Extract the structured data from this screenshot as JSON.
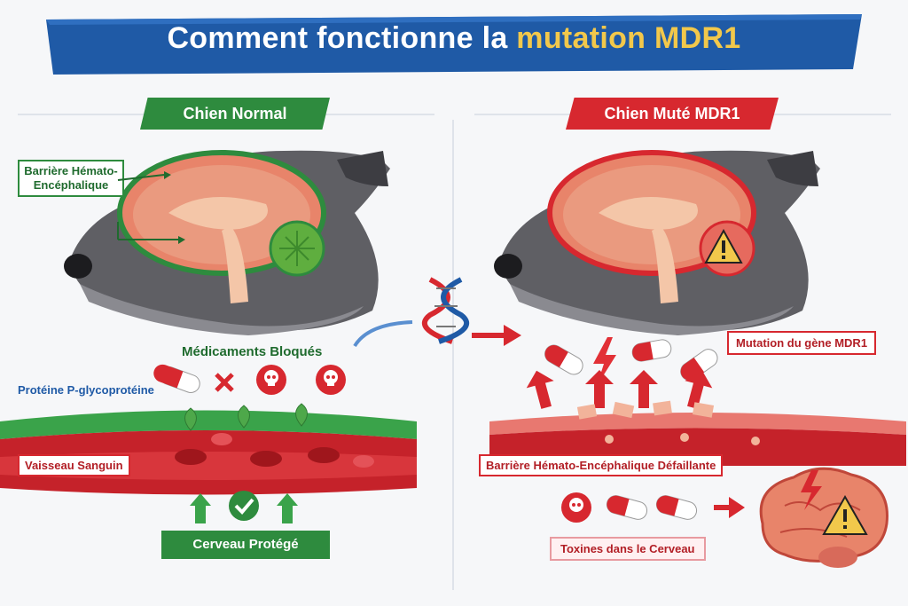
{
  "title": {
    "part1": "Comment fonctionne la ",
    "accent": "mutation MDR1"
  },
  "left": {
    "heading": "Chien Normal",
    "bbb_label": "Barrière Hémato-Encéphalique",
    "blocked_label": "Médicaments Bloqués",
    "pgp_label": "Protéine P-glycoprotéine",
    "vessel_label": "Vaisseau Sanguin",
    "protected_label": "Cerveau Protégé"
  },
  "right": {
    "heading": "Chien Muté MDR1",
    "mutation_label": "Mutation du gène MDR1",
    "failing_label": "Barrière Hémato-Encéphalique Défaillante",
    "toxins_label": "Toxines dans le Cerveau"
  },
  "colors": {
    "banner": "#1f5aa6",
    "green": "#2e8b3e",
    "red": "#d7282f",
    "accent": "#f2c84b"
  },
  "icons": [
    "dna-icon",
    "skull-icon",
    "pill-icon",
    "warning-icon",
    "check-icon",
    "cross-icon",
    "lightning-icon"
  ]
}
